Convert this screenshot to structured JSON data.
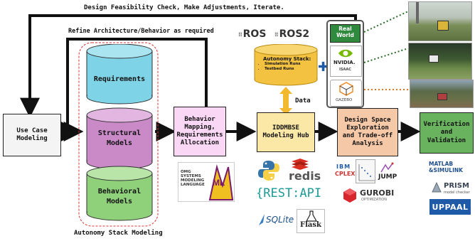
{
  "top_loop_label": "Design Feasibility Check, Make Adjustments, Iterate.",
  "refine_loop_label": "Refine Architecture/Behavior as required",
  "stack_caption": "Autonomy Stack Modeling",
  "cylinders": {
    "requirements": "Requirements",
    "structural": "Structural\nModels",
    "behavioral": "Behavioral\nModels"
  },
  "boxes": {
    "use_case": "Use Case\nModeling",
    "behavior_mapping": "Behavior\nMapping,\nRequirements\nAllocation",
    "hub": "IDDMBSE\nModeling Hub",
    "dse": "Design Space\nExploration\nand Trade-off\nAnalysis",
    "vv": "Verification\nand\nValidation"
  },
  "data_label": "Data",
  "autonomy_db": {
    "title": "Autonomy Stack:",
    "items": [
      "Simulation Runs",
      "Testbed Runs"
    ]
  },
  "ros_logos": {
    "ros": "ROS",
    "ros2": "ROS2"
  },
  "sim_panel": {
    "real_world": "Real\nWorld",
    "nvidia": "NVIDIA.",
    "isaac": "ISAAC",
    "gazebo": "GAZEBO"
  },
  "tool_logos": {
    "omg_sysml": "OMG\nSYSTEMS\nMODELING\nLANGUAGE",
    "redis": "redis",
    "rest_api": "{REST:API}",
    "sqlite": "SQLite",
    "flask": "Flask",
    "ibm": "IBM",
    "cplex": "CPLEX",
    "jump": "JUMP",
    "gurobi": "GUROBI",
    "gurobi_sub": "OPTIMIZATION",
    "matlab": "MATLAB\n&SIMULINK",
    "prism": "PRISM",
    "prism_sub": "model checker",
    "uppaal": "UPPAAL"
  },
  "colors": {
    "requirements": "#7fd3e6",
    "structural": "#c98ac7",
    "behavioral": "#8fd07a",
    "behavior_mapping": "#f9d7f5",
    "hub": "#fce8a6",
    "dse": "#f5c8a8",
    "vv": "#69b35f",
    "db": "#f3c240",
    "data_arrow": "#f3b92e",
    "real_world": "#2f8a3d",
    "nvidia": "#76b900"
  }
}
